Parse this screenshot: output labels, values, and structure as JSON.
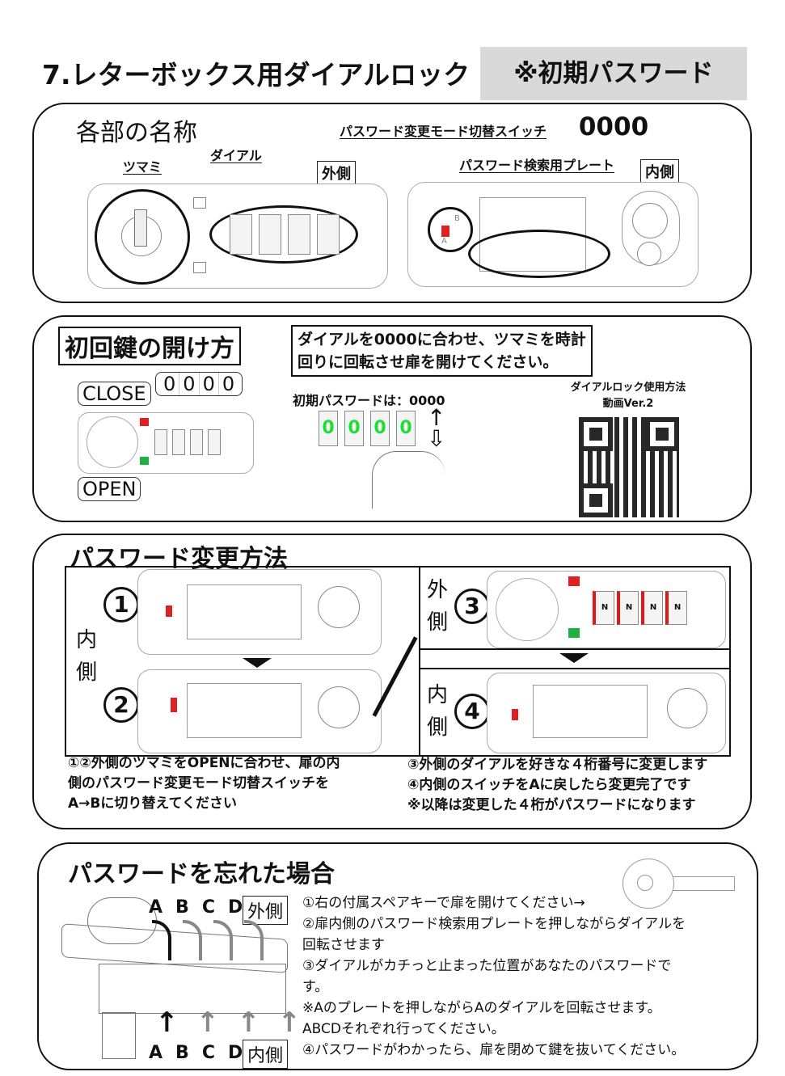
{
  "header": {
    "title": "7.レターボックス用ダイアルロック",
    "initial_password_badge": "※初期パスワード 0000"
  },
  "parts_section": {
    "heading": "各部の名称",
    "labels": {
      "knob": "ツマミ",
      "dial": "ダイアル",
      "outside": "外側",
      "mode_switch": "パスワード変更モード切替スイッチ",
      "search_plate": "パスワード検索用プレート",
      "inside": "内側",
      "switch_b": "B",
      "switch_a": "A"
    }
  },
  "first_open_section": {
    "heading": "初回鍵の開け方",
    "instruction_line1": "ダイアルを0000に合わせ、ツマミを時計",
    "instruction_line2": "回りに回転させ扉を開けてください。",
    "close_label": "CLOSE",
    "open_label": "OPEN",
    "dial_digits": [
      "0",
      "0",
      "0",
      "0"
    ],
    "initial_password_caption": "初期パスワードは：0000",
    "green_digits": [
      "0",
      "0",
      "0",
      "0"
    ],
    "video_caption_line1": "ダイアルロック使用方法",
    "video_caption_line2": "動画Ver.2",
    "qr_icon": "qr-code"
  },
  "change_section": {
    "heading": "パスワード変更方法",
    "steps": [
      {
        "num": "1",
        "side": "内側"
      },
      {
        "num": "2",
        "side": "内側"
      },
      {
        "num": "3",
        "side": "外側"
      },
      {
        "num": "4",
        "side": "内側"
      }
    ],
    "inside_side_char1": "内",
    "inside_side_char2": "側",
    "outside_side_char1": "外",
    "outside_side_char2": "側",
    "dial_marks": [
      "N",
      "N",
      "N",
      "N"
    ],
    "left_text": [
      "①②外側のツマミをOPENに合わせ、扉の内",
      "側のパスワード変更モード切替スイッチを",
      "A→Bに切り替えてください"
    ],
    "right_text": [
      "③外側のダイアルを好きな４桁番号に変更します",
      "④内側のスイッチをAに戻したら変更完了です",
      "※以降は変更した４桁がパスワードになります"
    ]
  },
  "forgot_section": {
    "heading": "パスワードを忘れた場合",
    "top_letters": [
      "A",
      "B",
      "C",
      "D"
    ],
    "bottom_letters": [
      "A",
      "B",
      "C",
      "D"
    ],
    "outside": "外側",
    "inside": "内側",
    "instructions": [
      "①右の付属スペアキーで扉を開けてください→",
      "②扉内側のパスワード検索用プレートを押しながらダイアルを",
      "回転させます",
      "③ダイアルがカチっと止まった位置があなたのパスワードで",
      "す。",
      "※Aのプレートを押しながらAのダイアルを回転させます。",
      "ABCDそれぞれ行ってください。",
      "④パスワードがわかったら、扉を閉めて鍵を抜いてください。"
    ]
  },
  "colors": {
    "locked_red": "#e02020",
    "unlocked_green": "#20b040",
    "digit_green": "#22dd33",
    "badge_gray": "#d9d9d9",
    "arrow_red": "#e01818"
  }
}
